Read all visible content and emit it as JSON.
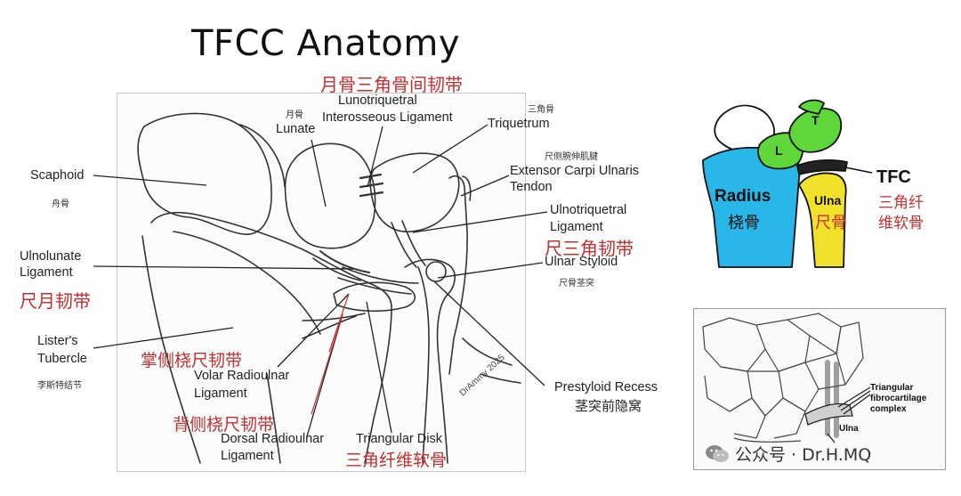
{
  "title": "TFCC Anatomy",
  "labels": {
    "lunotriquetral_cn": "月骨三角骨间韧带",
    "lunotriquetral_en1": "Lunotriquetral",
    "lunotriquetral_en2": "Interosseous Ligament",
    "lunate_cn": "月骨",
    "lunate_en": "Lunate",
    "triquetrum_cn": "三角骨",
    "triquetrum_en": "Triquetrum",
    "ecu_cn": "尺侧腕伸肌腱",
    "ecu_en1": "Extensor Carpi Ulnaris",
    "ecu_en2": "Tendon",
    "scaphoid_en": "Scaphoid",
    "scaphoid_cn": "舟骨",
    "ulnotriquetral_en1": "Ulnotriquetral",
    "ulnotriquetral_en2": "Ligament",
    "ulnotriquetral_cn": "尺三角韧带",
    "ulnar_styloid_en": "Ulnar Styloid",
    "ulnar_styloid_cn": "尺骨茎突",
    "ulnolunate_en1": "Ulnolunate",
    "ulnolunate_en2": "Ligament",
    "ulnolunate_cn": "尺月韧带",
    "listers_en1": "Lister's",
    "listers_en2": "Tubercle",
    "listers_cn": "李斯特结节",
    "volar_ru_cn": "掌侧桡尺韧带",
    "volar_ru_en1": "Volar Radioulnar",
    "volar_ru_en2": "Ligament",
    "dorsal_ru_cn": "背侧桡尺韧带",
    "dorsal_ru_en1": "Dorsal Radioulnar",
    "dorsal_ru_en2": "Ligament",
    "triangular_disk_en": "Triangular Disk",
    "triangular_disk_cn": "三角纤维软骨",
    "prestyloid_en": "Prestyloid Recess",
    "prestyloid_cn": "茎突前隐窝"
  },
  "right_top": {
    "tfc_en": "TFC",
    "tfc_cn1": "三角纤",
    "tfc_cn2": "维软骨",
    "radius_en": "Radius",
    "radius_cn": "桡骨",
    "ulna_en": "Ulna",
    "ulna_cn": "尺骨",
    "bone_l": "L",
    "bone_t": "T",
    "colors": {
      "radius": "#29b6e8",
      "ulna": "#f2e12a",
      "carpal": "#5fd63a",
      "red": "#c2302f"
    }
  },
  "right_bottom": {
    "tfcc_label1": "Triangular",
    "tfcc_label2": "fibrocartilage",
    "tfcc_label3": "complex",
    "ulna_label": "Ulna"
  },
  "watermark": {
    "icon": "wechat-icon",
    "text": "公众号 · Dr.H.MQ"
  },
  "signature": "DrAmmy 2025"
}
